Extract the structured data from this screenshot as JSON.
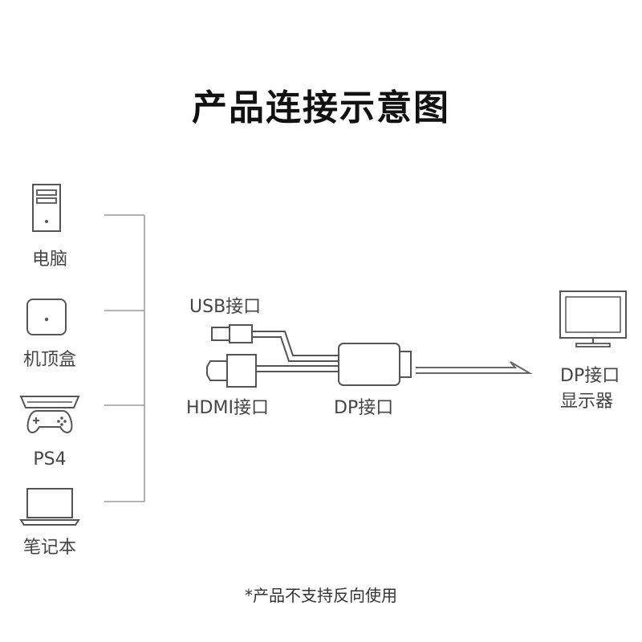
{
  "title": "产品连接示意图",
  "devices": [
    {
      "label": "电脑",
      "icon": "desktop-tower-icon"
    },
    {
      "label": "机顶盒",
      "icon": "set-top-box-icon"
    },
    {
      "label": "PS4",
      "icon": "game-console-icon"
    },
    {
      "label": "笔记本",
      "icon": "laptop-icon"
    }
  ],
  "connectors": {
    "usb_label": "USB接口",
    "hdmi_label": "HDMI接口",
    "dp_label": "DP接口"
  },
  "display": {
    "label_line1": "DP接口",
    "label_line2": "显示器",
    "icon": "monitor-icon"
  },
  "note": "*产品不支持反向使用"
}
